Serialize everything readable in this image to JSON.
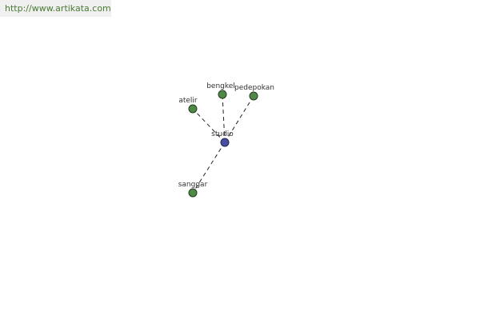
{
  "watermark": {
    "text": "http://www.artikata.com"
  },
  "graph": {
    "center": {
      "label": "studio",
      "color": "#4a4ea0"
    },
    "related": [
      {
        "label": "bengkel"
      },
      {
        "label": "pedepokan"
      },
      {
        "label": "atelir"
      },
      {
        "label": "sanggar"
      }
    ],
    "related_color": "#4d8a45",
    "edge_color": "#222222"
  }
}
